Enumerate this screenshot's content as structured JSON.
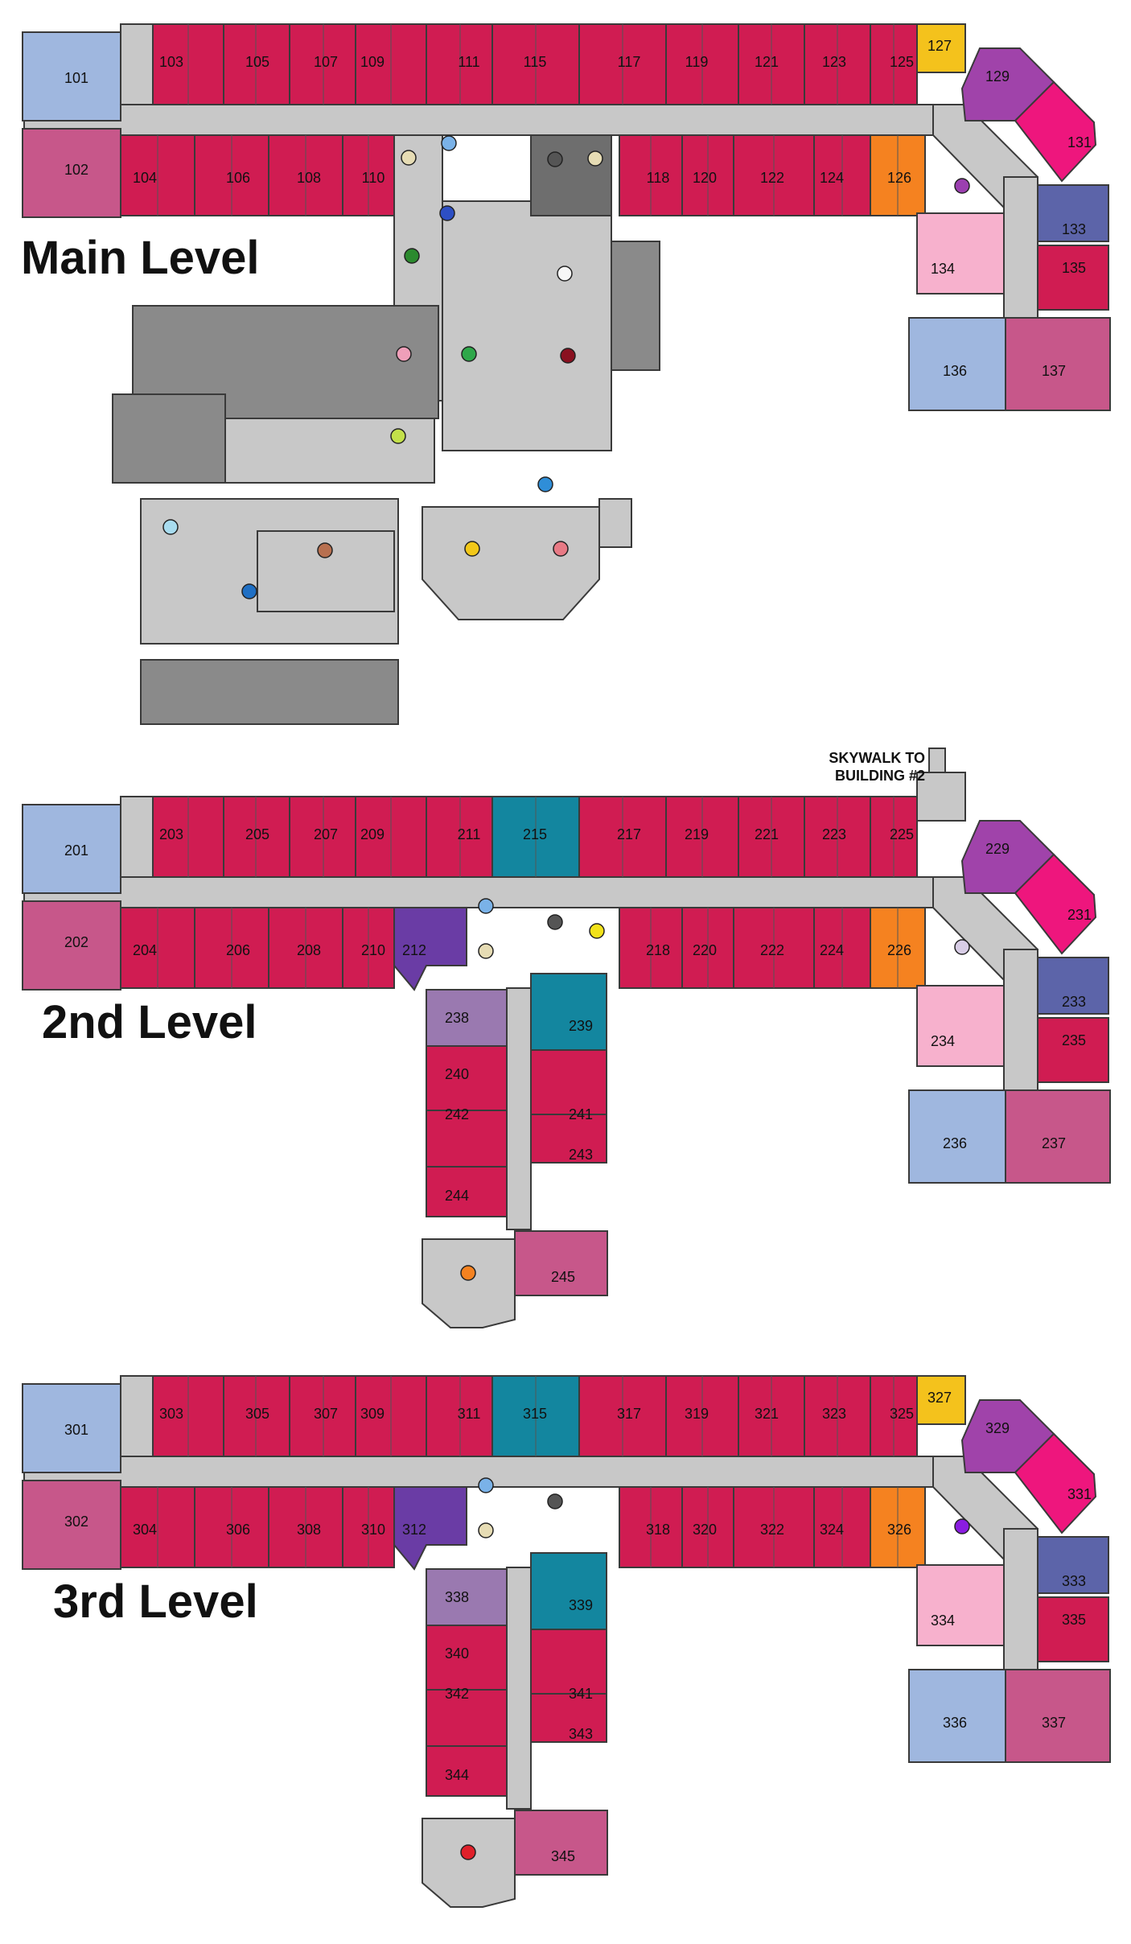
{
  "colors": {
    "corridor": "#c8c8c8",
    "service": "#8a8a8a",
    "dark_service": "#6e6e6e",
    "red": "#d01c52",
    "blue": "#9fb7df",
    "mauve": "#c7578a",
    "yellow": "#f4c21c",
    "purple": "#a043aa",
    "magenta": "#ee167d",
    "navy": "#5c64a9",
    "pink": "#f7b1cd",
    "orange": "#f58220",
    "teal": "#13869f",
    "violet": "#6a3ca5",
    "lilac": "#9a79b0"
  },
  "labels": {
    "main_level": "Main Level",
    "second_level": "2nd Level",
    "third_level": "3rd Level",
    "skywalk_line1": "SKYWALK TO",
    "skywalk_line2": "BUILDING #2"
  },
  "levels": [
    {
      "id": "main",
      "rooms": [
        {
          "num": "101",
          "color": "blue"
        },
        {
          "num": "102",
          "color": "mauve"
        },
        {
          "num": "103",
          "color": "red"
        },
        {
          "num": "104",
          "color": "red"
        },
        {
          "num": "105",
          "color": "red"
        },
        {
          "num": "106",
          "color": "red"
        },
        {
          "num": "107",
          "color": "red"
        },
        {
          "num": "108",
          "color": "red"
        },
        {
          "num": "109",
          "color": "red"
        },
        {
          "num": "110",
          "color": "red"
        },
        {
          "num": "111",
          "color": "red"
        },
        {
          "num": "115",
          "color": "red"
        },
        {
          "num": "117",
          "color": "red"
        },
        {
          "num": "118",
          "color": "red"
        },
        {
          "num": "119",
          "color": "red"
        },
        {
          "num": "120",
          "color": "red"
        },
        {
          "num": "121",
          "color": "red"
        },
        {
          "num": "122",
          "color": "red"
        },
        {
          "num": "123",
          "color": "red"
        },
        {
          "num": "124",
          "color": "red"
        },
        {
          "num": "125",
          "color": "red"
        },
        {
          "num": "126",
          "color": "orange"
        },
        {
          "num": "127",
          "color": "yellow"
        },
        {
          "num": "129",
          "color": "purple"
        },
        {
          "num": "131",
          "color": "magenta"
        },
        {
          "num": "133",
          "color": "navy"
        },
        {
          "num": "134",
          "color": "pink"
        },
        {
          "num": "135",
          "color": "red"
        },
        {
          "num": "136",
          "color": "blue"
        },
        {
          "num": "137",
          "color": "mauve"
        }
      ]
    },
    {
      "id": "second",
      "rooms": [
        {
          "num": "201",
          "color": "blue"
        },
        {
          "num": "202",
          "color": "mauve"
        },
        {
          "num": "203",
          "color": "red"
        },
        {
          "num": "204",
          "color": "red"
        },
        {
          "num": "205",
          "color": "red"
        },
        {
          "num": "206",
          "color": "red"
        },
        {
          "num": "207",
          "color": "red"
        },
        {
          "num": "208",
          "color": "red"
        },
        {
          "num": "209",
          "color": "red"
        },
        {
          "num": "210",
          "color": "red"
        },
        {
          "num": "211",
          "color": "red"
        },
        {
          "num": "212",
          "color": "violet"
        },
        {
          "num": "215",
          "color": "teal"
        },
        {
          "num": "217",
          "color": "red"
        },
        {
          "num": "218",
          "color": "red"
        },
        {
          "num": "219",
          "color": "red"
        },
        {
          "num": "220",
          "color": "red"
        },
        {
          "num": "221",
          "color": "red"
        },
        {
          "num": "222",
          "color": "red"
        },
        {
          "num": "223",
          "color": "red"
        },
        {
          "num": "224",
          "color": "red"
        },
        {
          "num": "225",
          "color": "red"
        },
        {
          "num": "226",
          "color": "orange"
        },
        {
          "num": "229",
          "color": "purple"
        },
        {
          "num": "231",
          "color": "magenta"
        },
        {
          "num": "233",
          "color": "navy"
        },
        {
          "num": "234",
          "color": "pink"
        },
        {
          "num": "235",
          "color": "red"
        },
        {
          "num": "236",
          "color": "blue"
        },
        {
          "num": "237",
          "color": "mauve"
        },
        {
          "num": "238",
          "color": "lilac"
        },
        {
          "num": "239",
          "color": "teal"
        },
        {
          "num": "240",
          "color": "red"
        },
        {
          "num": "241",
          "color": "red"
        },
        {
          "num": "242",
          "color": "red"
        },
        {
          "num": "243",
          "color": "red"
        },
        {
          "num": "244",
          "color": "red"
        },
        {
          "num": "245",
          "color": "mauve"
        }
      ]
    },
    {
      "id": "third",
      "rooms": [
        {
          "num": "301",
          "color": "blue"
        },
        {
          "num": "302",
          "color": "mauve"
        },
        {
          "num": "303",
          "color": "red"
        },
        {
          "num": "304",
          "color": "red"
        },
        {
          "num": "305",
          "color": "red"
        },
        {
          "num": "306",
          "color": "red"
        },
        {
          "num": "307",
          "color": "red"
        },
        {
          "num": "308",
          "color": "red"
        },
        {
          "num": "309",
          "color": "red"
        },
        {
          "num": "310",
          "color": "red"
        },
        {
          "num": "311",
          "color": "red"
        },
        {
          "num": "312",
          "color": "violet"
        },
        {
          "num": "315",
          "color": "teal"
        },
        {
          "num": "317",
          "color": "red"
        },
        {
          "num": "318",
          "color": "red"
        },
        {
          "num": "319",
          "color": "red"
        },
        {
          "num": "320",
          "color": "red"
        },
        {
          "num": "321",
          "color": "red"
        },
        {
          "num": "322",
          "color": "red"
        },
        {
          "num": "323",
          "color": "red"
        },
        {
          "num": "324",
          "color": "red"
        },
        {
          "num": "325",
          "color": "red"
        },
        {
          "num": "326",
          "color": "orange"
        },
        {
          "num": "327",
          "color": "yellow"
        },
        {
          "num": "329",
          "color": "purple"
        },
        {
          "num": "331",
          "color": "magenta"
        },
        {
          "num": "333",
          "color": "navy"
        },
        {
          "num": "334",
          "color": "pink"
        },
        {
          "num": "335",
          "color": "red"
        },
        {
          "num": "336",
          "color": "blue"
        },
        {
          "num": "337",
          "color": "mauve"
        },
        {
          "num": "338",
          "color": "lilac"
        },
        {
          "num": "339",
          "color": "teal"
        },
        {
          "num": "340",
          "color": "red"
        },
        {
          "num": "341",
          "color": "red"
        },
        {
          "num": "342",
          "color": "red"
        },
        {
          "num": "343",
          "color": "red"
        },
        {
          "num": "344",
          "color": "red"
        },
        {
          "num": "345",
          "color": "mauve"
        }
      ]
    }
  ],
  "markers": [
    {
      "level": "main",
      "color": "#7ab2e8"
    },
    {
      "level": "main",
      "color": "#e6dcb4"
    },
    {
      "level": "main",
      "color": "#2d4fc4"
    },
    {
      "level": "main",
      "color": "#2b8a2e"
    },
    {
      "level": "main",
      "color": "#f7f7f7"
    },
    {
      "level": "main",
      "color": "#ef9fb9"
    },
    {
      "level": "main",
      "color": "#2ea84a"
    },
    {
      "level": "main",
      "color": "#8a1020"
    },
    {
      "level": "main",
      "color": "#c3e04a"
    },
    {
      "level": "main",
      "color": "#2f8ed8"
    },
    {
      "level": "main",
      "color": "#a8dcef"
    },
    {
      "level": "main",
      "color": "#1f6fc4"
    },
    {
      "level": "main",
      "color": "#b87050"
    },
    {
      "level": "main",
      "color": "#f2c81a"
    },
    {
      "level": "main",
      "color": "#e87a85"
    },
    {
      "level": "main",
      "color": "#e6dcb4"
    },
    {
      "level": "main",
      "color": "#9b3fb0"
    },
    {
      "level": "main",
      "color": "#555555"
    },
    {
      "level": "second",
      "color": "#7ab2e8"
    },
    {
      "level": "second",
      "color": "#e6dcb4"
    },
    {
      "level": "second",
      "color": "#555555"
    },
    {
      "level": "second",
      "color": "#f2e21a"
    },
    {
      "level": "second",
      "color": "#d8cde6"
    },
    {
      "level": "second",
      "color": "#f58220"
    },
    {
      "level": "third",
      "color": "#7ab2e8"
    },
    {
      "level": "third",
      "color": "#e6dcb4"
    },
    {
      "level": "third",
      "color": "#555555"
    },
    {
      "level": "third",
      "color": "#8a1ce0"
    },
    {
      "level": "third",
      "color": "#e0202a"
    }
  ]
}
